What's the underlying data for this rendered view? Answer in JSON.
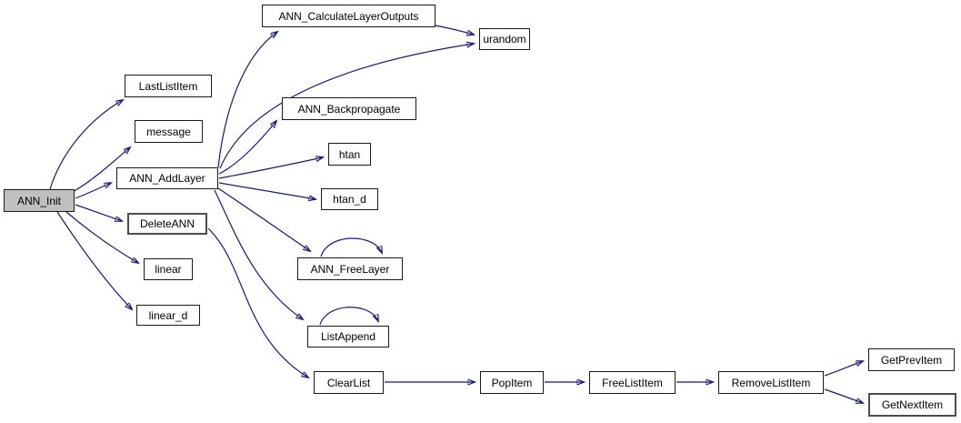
{
  "diagram": {
    "type": "call-graph",
    "edge_color": "#191970",
    "node_border_color": "#1a1a1a",
    "highlight_fill": "#c0c0c0",
    "nodes": [
      {
        "id": "ANN_Init",
        "label": "ANN_Init",
        "highlighted": true
      },
      {
        "id": "LastListItem",
        "label": "LastListItem",
        "highlighted": false
      },
      {
        "id": "message",
        "label": "message",
        "highlighted": false
      },
      {
        "id": "ANN_AddLayer",
        "label": "ANN_AddLayer",
        "highlighted": false
      },
      {
        "id": "DeleteANN",
        "label": "DeleteANN",
        "highlighted": false
      },
      {
        "id": "linear",
        "label": "linear",
        "highlighted": false
      },
      {
        "id": "linear_d",
        "label": "linear_d",
        "highlighted": false
      },
      {
        "id": "ANN_CalculateLayerOutputs",
        "label": "ANN_CalculateLayerOutputs",
        "highlighted": false
      },
      {
        "id": "urandom",
        "label": "urandom",
        "highlighted": false
      },
      {
        "id": "ANN_Backpropagate",
        "label": "ANN_Backpropagate",
        "highlighted": false
      },
      {
        "id": "htan",
        "label": "htan",
        "highlighted": false
      },
      {
        "id": "htan_d",
        "label": "htan_d",
        "highlighted": false
      },
      {
        "id": "ANN_FreeLayer",
        "label": "ANN_FreeLayer",
        "highlighted": false
      },
      {
        "id": "ListAppend",
        "label": "ListAppend",
        "highlighted": false
      },
      {
        "id": "ClearList",
        "label": "ClearList",
        "highlighted": false
      },
      {
        "id": "PopItem",
        "label": "PopItem",
        "highlighted": false
      },
      {
        "id": "FreeListItem",
        "label": "FreeListItem",
        "highlighted": false
      },
      {
        "id": "RemoveListItem",
        "label": "RemoveListItem",
        "highlighted": false
      },
      {
        "id": "GetPrevItem",
        "label": "GetPrevItem",
        "highlighted": false
      },
      {
        "id": "GetNextItem",
        "label": "GetNextItem",
        "highlighted": false
      }
    ],
    "edges": [
      {
        "from": "ANN_Init",
        "to": "LastListItem"
      },
      {
        "from": "ANN_Init",
        "to": "message"
      },
      {
        "from": "ANN_Init",
        "to": "ANN_AddLayer"
      },
      {
        "from": "ANN_Init",
        "to": "DeleteANN"
      },
      {
        "from": "ANN_Init",
        "to": "linear"
      },
      {
        "from": "ANN_Init",
        "to": "linear_d"
      },
      {
        "from": "ANN_AddLayer",
        "to": "ANN_CalculateLayerOutputs"
      },
      {
        "from": "ANN_AddLayer",
        "to": "urandom"
      },
      {
        "from": "ANN_AddLayer",
        "to": "ANN_Backpropagate"
      },
      {
        "from": "ANN_AddLayer",
        "to": "htan"
      },
      {
        "from": "ANN_AddLayer",
        "to": "htan_d"
      },
      {
        "from": "ANN_AddLayer",
        "to": "ANN_FreeLayer"
      },
      {
        "from": "ANN_AddLayer",
        "to": "ListAppend"
      },
      {
        "from": "DeleteANN",
        "to": "ClearList"
      },
      {
        "from": "ANN_CalculateLayerOutputs",
        "to": "urandom"
      },
      {
        "from": "ANN_FreeLayer",
        "to": "ANN_FreeLayer"
      },
      {
        "from": "ListAppend",
        "to": "ListAppend"
      },
      {
        "from": "ClearList",
        "to": "PopItem"
      },
      {
        "from": "PopItem",
        "to": "FreeListItem"
      },
      {
        "from": "FreeListItem",
        "to": "RemoveListItem"
      },
      {
        "from": "RemoveListItem",
        "to": "GetPrevItem"
      },
      {
        "from": "RemoveListItem",
        "to": "GetNextItem"
      }
    ]
  }
}
